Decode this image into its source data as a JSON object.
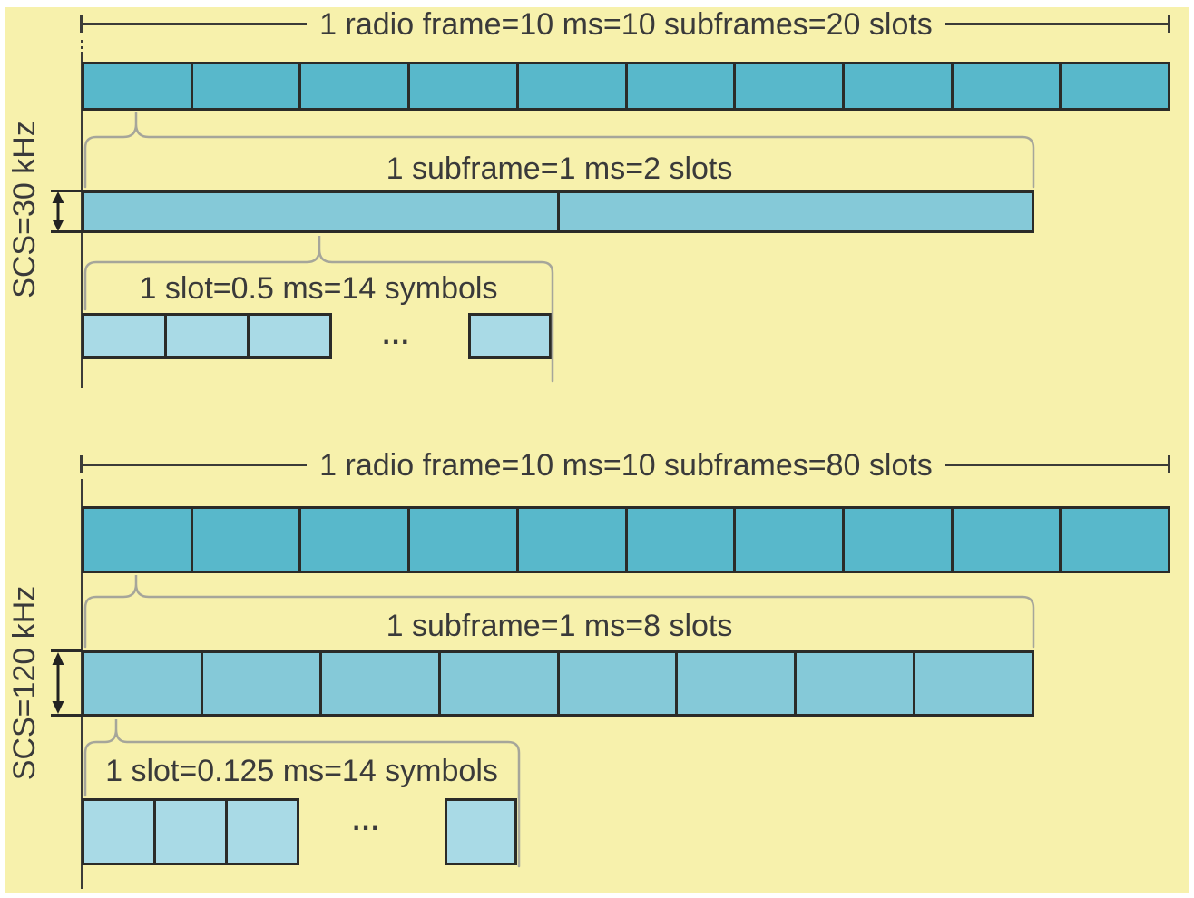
{
  "background": {
    "canvas_color": "#f7f1ac",
    "frame_color": "#ffffff"
  },
  "palette": {
    "subframe_fill": "#58b8cb",
    "slot_fill": "#85c9d8",
    "symbol_fill": "#a9dae6",
    "box_border": "#2b2b28",
    "brace_stroke": "#a6a69a",
    "text_color": "#3a3a3a",
    "ruler_line_color": "#3c3c38",
    "arrow_color": "#222222"
  },
  "sections": [
    {
      "scs_label": "SCS=30 kHz",
      "radio_frame_label": "1 radio frame=10 ms=10 subframes=20 slots",
      "subframe_label": "1 subframe=1 ms=2 slots",
      "slot_label": "1 slot=0.5 ms=14 symbols",
      "ellipsis": "...",
      "subframe_cells": 10,
      "slot_cells": 2,
      "symbol_cells_shown": 3
    },
    {
      "scs_label": "SCS=120 kHz",
      "radio_frame_label": "1 radio frame=10 ms=10 subframes=80 slots",
      "subframe_label": "1 subframe=1 ms=8 slots",
      "slot_label": "1 slot=0.125 ms=14 symbols",
      "ellipsis": "...",
      "subframe_cells": 10,
      "slot_cells": 8,
      "symbol_cells_shown": 3
    }
  ]
}
